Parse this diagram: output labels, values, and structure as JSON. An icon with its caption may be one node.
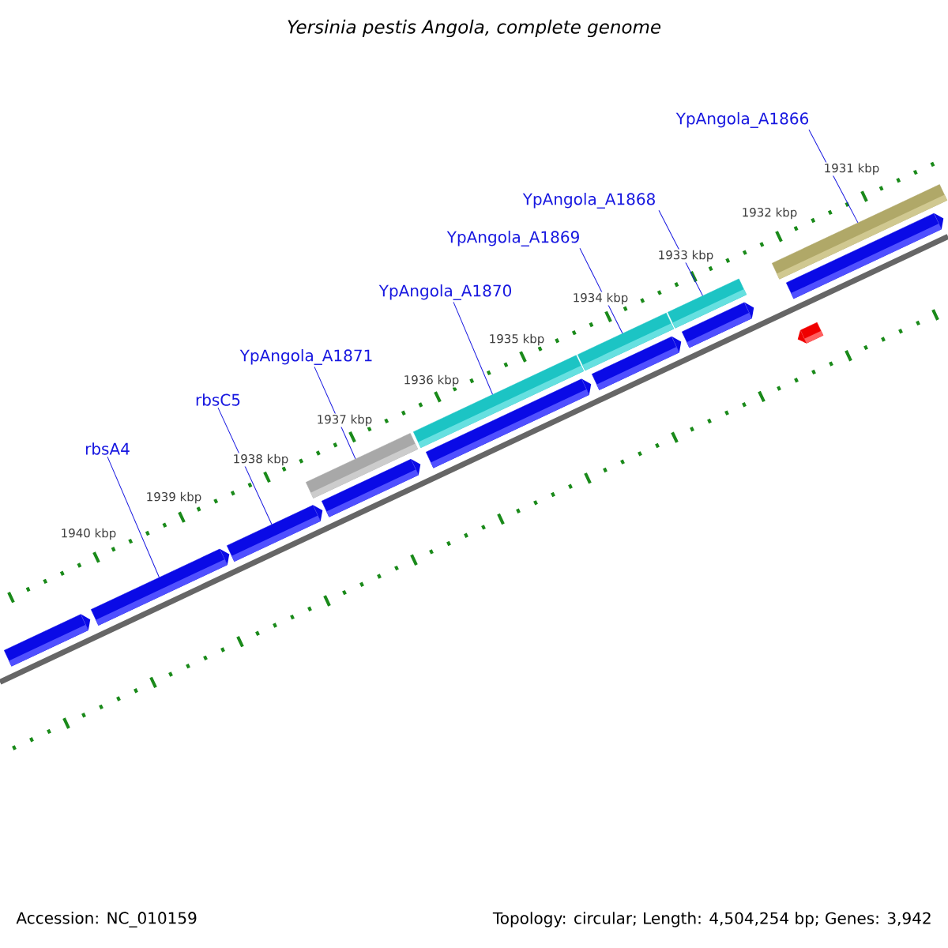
{
  "diagram": {
    "title": "Yersinia pestis Angola, complete genome",
    "nodes": [
      {
        "text": [],
        "shape": "arrow"
      },
      {
        "text": [],
        "shape": "arrow"
      },
      {
        "text": [],
        "shape": "arrow"
      },
      {
        "text": [],
        "shape": "arrow"
      },
      {
        "text": [],
        "shape": "arrow"
      },
      {
        "text": [],
        "shape": "arrow"
      },
      {
        "text": [],
        "shape": "arrow"
      },
      {
        "text": [],
        "shape": "arrow"
      },
      {
        "text": [],
        "shape": "bar"
      },
      {
        "text": [],
        "shape": "bar"
      },
      {
        "text": [],
        "shape": "bar"
      },
      {
        "text": [],
        "shape": "bar"
      },
      {
        "text": [],
        "shape": "bar"
      },
      {
        "text": [],
        "shape": "arrow"
      },
      {
        "text": [
          "rbsA4"
        ]
      },
      {
        "text": [
          "rbsC5"
        ]
      },
      {
        "text": [
          "YpAngola_A1871"
        ]
      },
      {
        "text": [
          "YpAngola_A1870"
        ]
      },
      {
        "text": [
          "YpAngola_A1869"
        ]
      },
      {
        "text": [
          "YpAngola_A1868"
        ]
      },
      {
        "text": [
          "YpAngola_A1866"
        ]
      }
    ],
    "edges": [
      {
        "from": 14,
        "to": 1,
        "arrow": "none"
      },
      {
        "from": 15,
        "to": 2,
        "arrow": "none"
      },
      {
        "from": 16,
        "to": 8,
        "arrow": "none"
      },
      {
        "from": 17,
        "to": 9,
        "arrow": "none"
      },
      {
        "from": 18,
        "to": 10,
        "arrow": "none"
      },
      {
        "from": 19,
        "to": 11,
        "arrow": "none"
      },
      {
        "from": 20,
        "to": 12,
        "arrow": "none"
      }
    ],
    "labels": [
      "1940 kbp",
      "1939 kbp",
      "1938 kbp",
      "1937 kbp",
      "1936 kbp",
      "1935 kbp",
      "1934 kbp",
      "1933 kbp",
      "1932 kbp",
      "1931 kbp",
      "Accession: NC_010159",
      "Topology: circular; Length: 4,504,254 bp; Genes: 3,942"
    ]
  }
}
